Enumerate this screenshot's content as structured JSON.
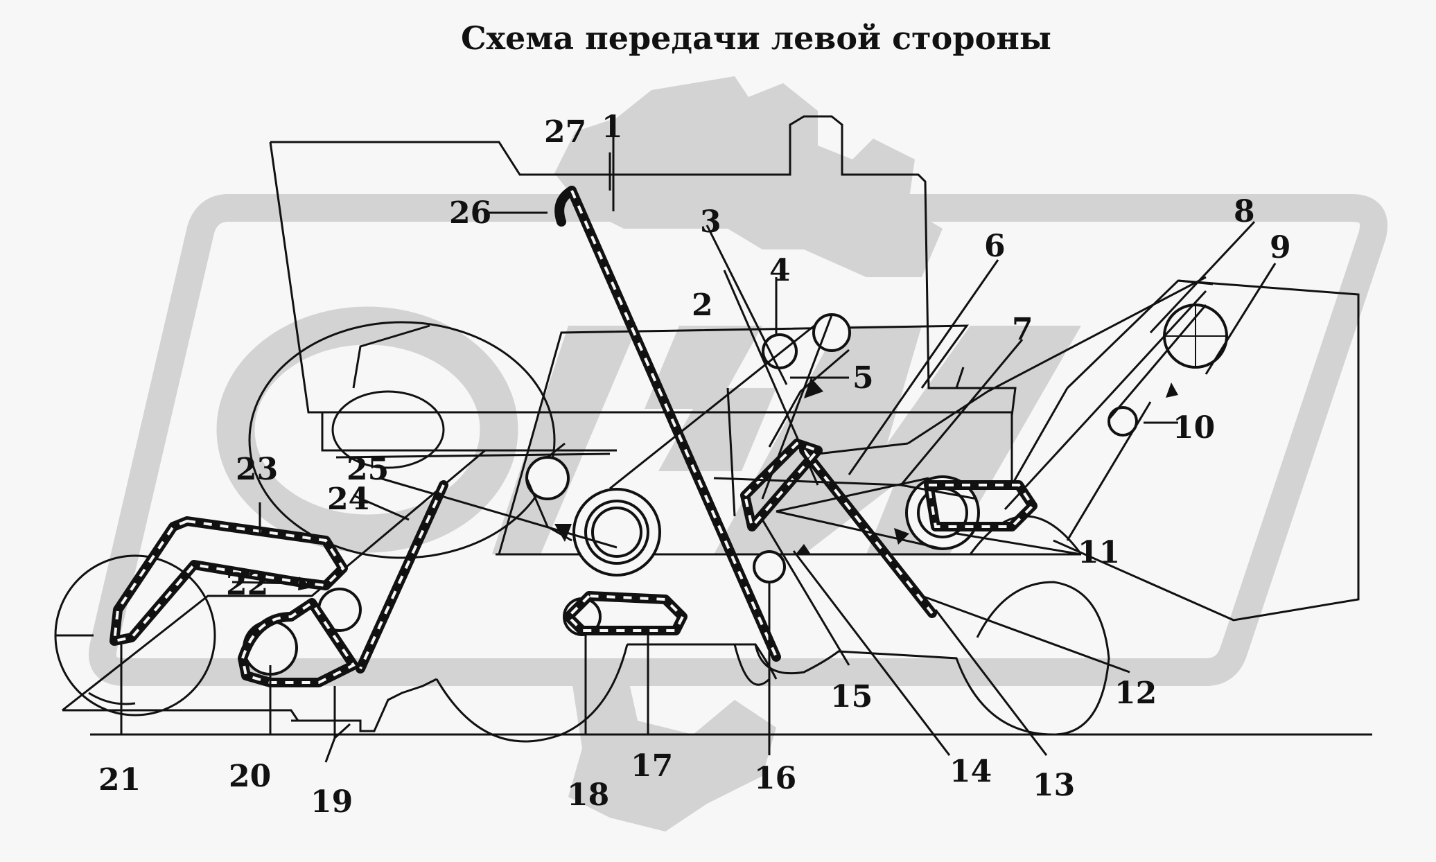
{
  "title": "Схема передачи левой стороны",
  "watermark": {
    "color": "#d3d3d3"
  },
  "callouts": [
    {
      "id": "c1",
      "text": "1"
    },
    {
      "id": "c2",
      "text": "2"
    },
    {
      "id": "c3",
      "text": "3"
    },
    {
      "id": "c4",
      "text": "4"
    },
    {
      "id": "c5",
      "text": "5"
    },
    {
      "id": "c6",
      "text": "6"
    },
    {
      "id": "c7",
      "text": "7"
    },
    {
      "id": "c8",
      "text": "8"
    },
    {
      "id": "c9",
      "text": "9"
    },
    {
      "id": "c10",
      "text": "10"
    },
    {
      "id": "c11",
      "text": "11"
    },
    {
      "id": "c12",
      "text": "12"
    },
    {
      "id": "c13",
      "text": "13"
    },
    {
      "id": "c14",
      "text": "14"
    },
    {
      "id": "c15",
      "text": "15"
    },
    {
      "id": "c16",
      "text": "16"
    },
    {
      "id": "c17",
      "text": "17"
    },
    {
      "id": "c18",
      "text": "18"
    },
    {
      "id": "c19",
      "text": "19"
    },
    {
      "id": "c20",
      "text": "20"
    },
    {
      "id": "c21",
      "text": "21"
    },
    {
      "id": "c22",
      "text": "22"
    },
    {
      "id": "c23",
      "text": "23"
    },
    {
      "id": "c24",
      "text": "24"
    },
    {
      "id": "c25",
      "text": "25"
    },
    {
      "id": "c26",
      "text": "26"
    },
    {
      "id": "c27",
      "text": "27"
    }
  ]
}
